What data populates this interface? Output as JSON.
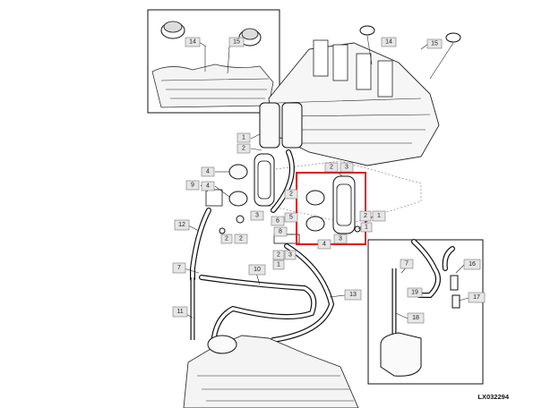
{
  "figure_code": "LX032294",
  "highlight_color": "#e0161c",
  "callouts": [
    {
      "id": "c14a",
      "text": "14"
    },
    {
      "id": "c15a",
      "text": "15"
    },
    {
      "id": "c14b",
      "text": "14"
    },
    {
      "id": "c15b",
      "text": "15"
    },
    {
      "id": "c1a",
      "text": "1"
    },
    {
      "id": "c2a",
      "text": "2"
    },
    {
      "id": "c4a",
      "text": "4"
    },
    {
      "id": "c4b",
      "text": "4"
    },
    {
      "id": "c9",
      "text": "9"
    },
    {
      "id": "c3a",
      "text": "3"
    },
    {
      "id": "c6",
      "text": "6"
    },
    {
      "id": "c5",
      "text": "5"
    },
    {
      "id": "c2b",
      "text": "2"
    },
    {
      "id": "c8",
      "text": "8"
    },
    {
      "id": "c2c",
      "text": "2"
    },
    {
      "id": "c12",
      "text": "12"
    },
    {
      "id": "c2d",
      "text": "2"
    },
    {
      "id": "c3b",
      "text": "3"
    },
    {
      "id": "c2e",
      "text": "2"
    },
    {
      "id": "c1b",
      "text": "1"
    },
    {
      "id": "c3c",
      "text": "3"
    },
    {
      "id": "c4c",
      "text": "4"
    },
    {
      "id": "c3d",
      "text": "3"
    },
    {
      "id": "c2f",
      "text": "2"
    },
    {
      "id": "c1c",
      "text": "1"
    },
    {
      "id": "c2g",
      "text": "2"
    },
    {
      "id": "c1d",
      "text": "1"
    },
    {
      "id": "c7a",
      "text": "7"
    },
    {
      "id": "c10",
      "text": "10"
    },
    {
      "id": "c13",
      "text": "13"
    },
    {
      "id": "c11",
      "text": "11"
    },
    {
      "id": "c7b",
      "text": "7"
    },
    {
      "id": "c19",
      "text": "19"
    },
    {
      "id": "c16",
      "text": "16"
    },
    {
      "id": "c17",
      "text": "17"
    },
    {
      "id": "c18",
      "text": "18"
    }
  ]
}
